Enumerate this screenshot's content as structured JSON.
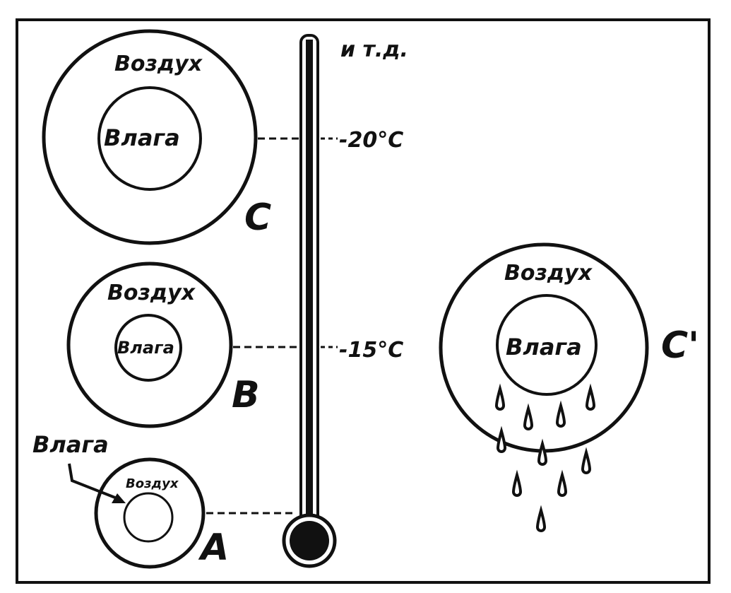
{
  "labels": {
    "etc": "и т.д.",
    "temp_20": "-20°C",
    "temp_15": "-15°C"
  },
  "bubbles": {
    "C": {
      "letter": "C",
      "air": "Воздух",
      "moisture": "Влага"
    },
    "B": {
      "letter": "B",
      "air": "Воздух",
      "moisture": "Влага"
    },
    "A": {
      "letter": "A",
      "air": "Воздух",
      "moisture": "Влага"
    },
    "C_prime": {
      "letter": "C'",
      "air": "Воздух",
      "moisture": "Влага"
    }
  }
}
